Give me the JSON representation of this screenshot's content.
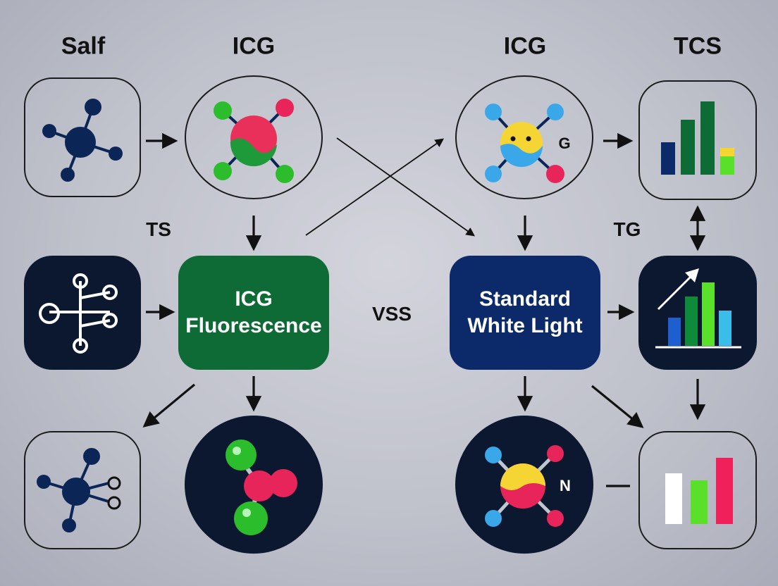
{
  "headers": {
    "top_left": "Salf",
    "top_mid_left": "ICG",
    "top_mid_right": "ICG",
    "top_right": "TCS"
  },
  "side_labels": {
    "left": "TS",
    "center": "VSS",
    "right": "TG"
  },
  "boxes": {
    "fluorescence": {
      "line1": "ICG",
      "line2": "Fluorescence"
    },
    "white_light": {
      "line1": "Standard",
      "line2": "White Light"
    }
  },
  "molecule_labels": {
    "icg_right_g": "G",
    "bottom_right_n": "N"
  },
  "colors": {
    "navy": "#0b2557",
    "green": "#0f6b36",
    "blue_box": "#0c2a6a",
    "dark_tile": "#0b1830",
    "bright_green": "#2bd12b",
    "pink_red": "#f0215a",
    "sky_blue": "#3aa8e8",
    "yellow": "#f5d533"
  }
}
